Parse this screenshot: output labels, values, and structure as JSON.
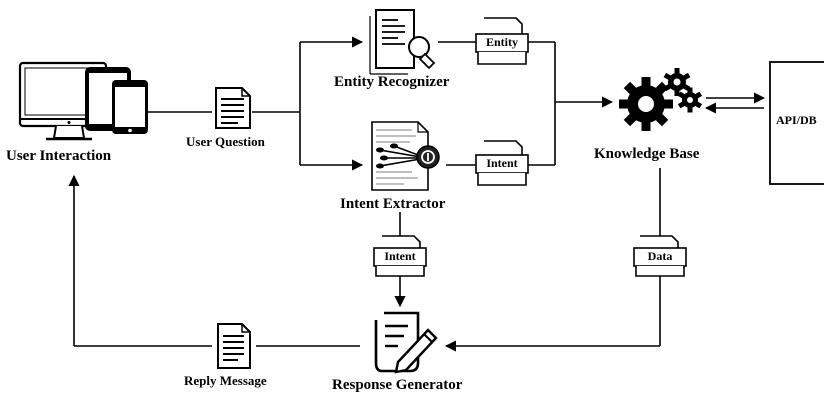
{
  "nodes": {
    "user_interaction": "User Interaction",
    "entity_recognizer": "Entity Recognizer",
    "intent_extractor": "Intent Extractor",
    "knowledge_base": "Knowledge Base",
    "response_generator": "Response Generator",
    "api_db": "API/DB"
  },
  "edge_labels": {
    "user_question": "User Question",
    "reply_message": "Reply Message"
  },
  "tags": {
    "entity": "Entity",
    "intent_to_kb": "Intent",
    "intent_to_response": "Intent",
    "data": "Data"
  },
  "icons": {
    "user_interaction": "desktop-tablet-phone-icon",
    "user_question": "document-icon",
    "entity_recognizer": "document-search-icon",
    "intent_extractor": "document-network-icon",
    "knowledge_base": "gears-icon",
    "response_generator": "document-pen-icon",
    "reply_message": "document-icon",
    "api_db": "database-box"
  }
}
